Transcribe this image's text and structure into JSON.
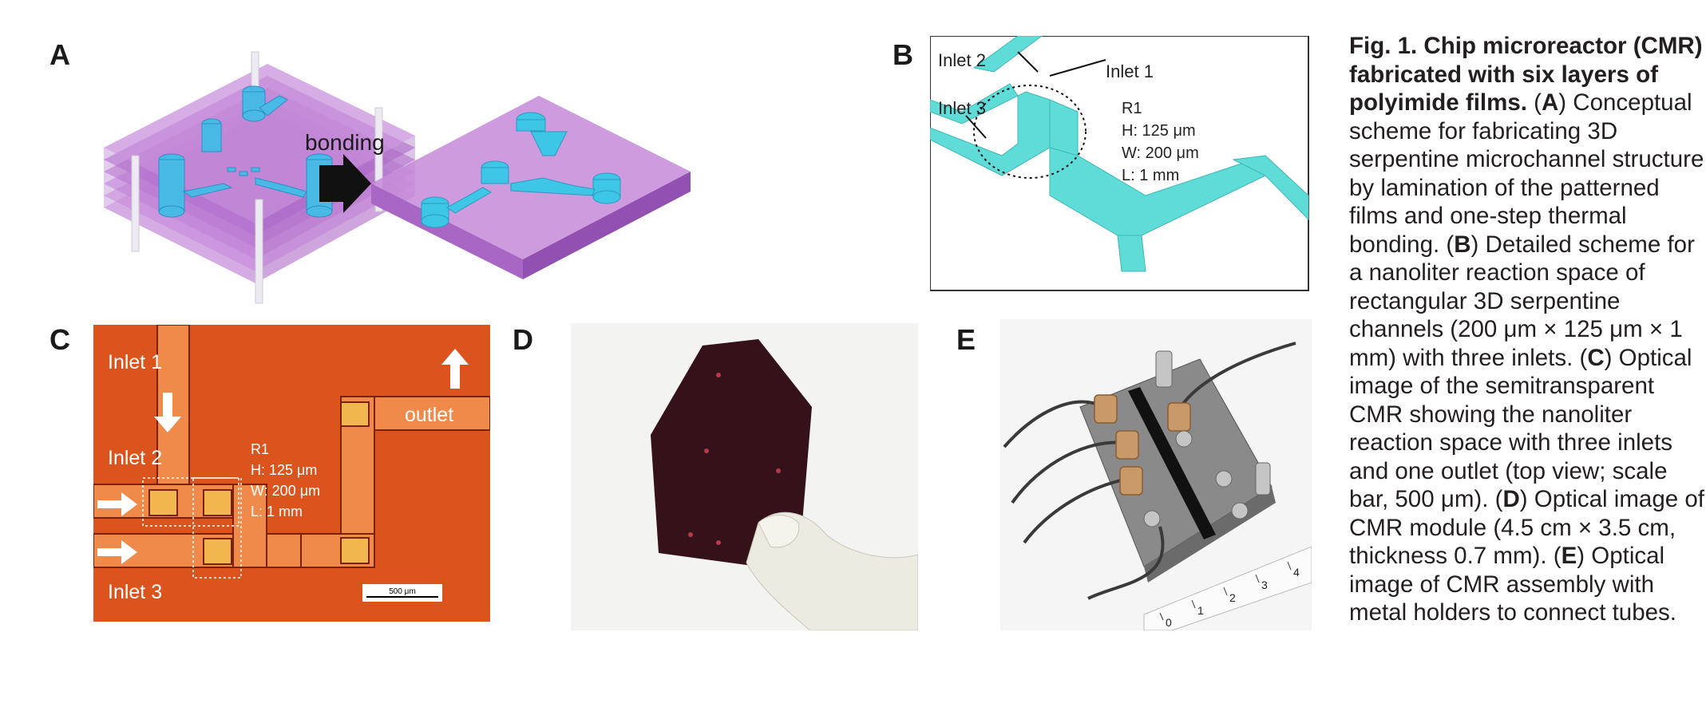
{
  "panels": {
    "A": {
      "letter": "A",
      "arrow_label": "bonding"
    },
    "B": {
      "letter": "B",
      "inlet1": "Inlet 1",
      "inlet2": "Inlet 2",
      "inlet3": "Inlet 3",
      "r1": "R1",
      "h": "H: 125 μm",
      "w": "W: 200 μm",
      "l": "L: 1 mm"
    },
    "C": {
      "letter": "C",
      "inlet1": "Inlet 1",
      "inlet2": "Inlet 2",
      "inlet3": "Inlet 3",
      "outlet": "outlet",
      "r1": "R1",
      "h": "H: 125 μm",
      "w": "W: 200 μm",
      "l": "L: 1 mm",
      "scale_bar": "500 μm"
    },
    "D": {
      "letter": "D"
    },
    "E": {
      "letter": "E",
      "ruler_digits": [
        "0",
        "1",
        "2",
        "3",
        "4"
      ]
    }
  },
  "caption": {
    "title": "Fig. 1. Chip microreactor (CMR) fabricated with six layers of polyimide films.",
    "lines": [
      {
        "pre": " (",
        "b": "A",
        "post": ") Conceptual scheme for fabricating 3D serpentine microchannel structure by lamination of the patterned films and one-step thermal bonding. ("
      },
      {
        "pre": "",
        "b": "B",
        "post": ") Detailed scheme for a nanoliter reaction space of rectangular 3D serpentine channels (200 μm × 125 μm × 1 mm) with three inlets. ("
      },
      {
        "pre": "",
        "b": "C",
        "post": ") Optical image of the semitransparent CMR showing the nanoliter reaction space with three inlets and one outlet (top view; scale bar, 500 μm). ("
      },
      {
        "pre": "",
        "b": "D",
        "post": ") Optical image of CMR module (4.5 cm × 3.5 cm, thickness 0.7 mm). ("
      },
      {
        "pre": "",
        "b": "E",
        "post": ") Optical image of CMR assembly with metal holders to connect tubes."
      }
    ]
  },
  "colors": {
    "film_purple": "#c58fd6",
    "channel_cyan": "#4fd8d8",
    "chip_orange": "#e8541e",
    "chip_dark": "#3a0f18"
  }
}
